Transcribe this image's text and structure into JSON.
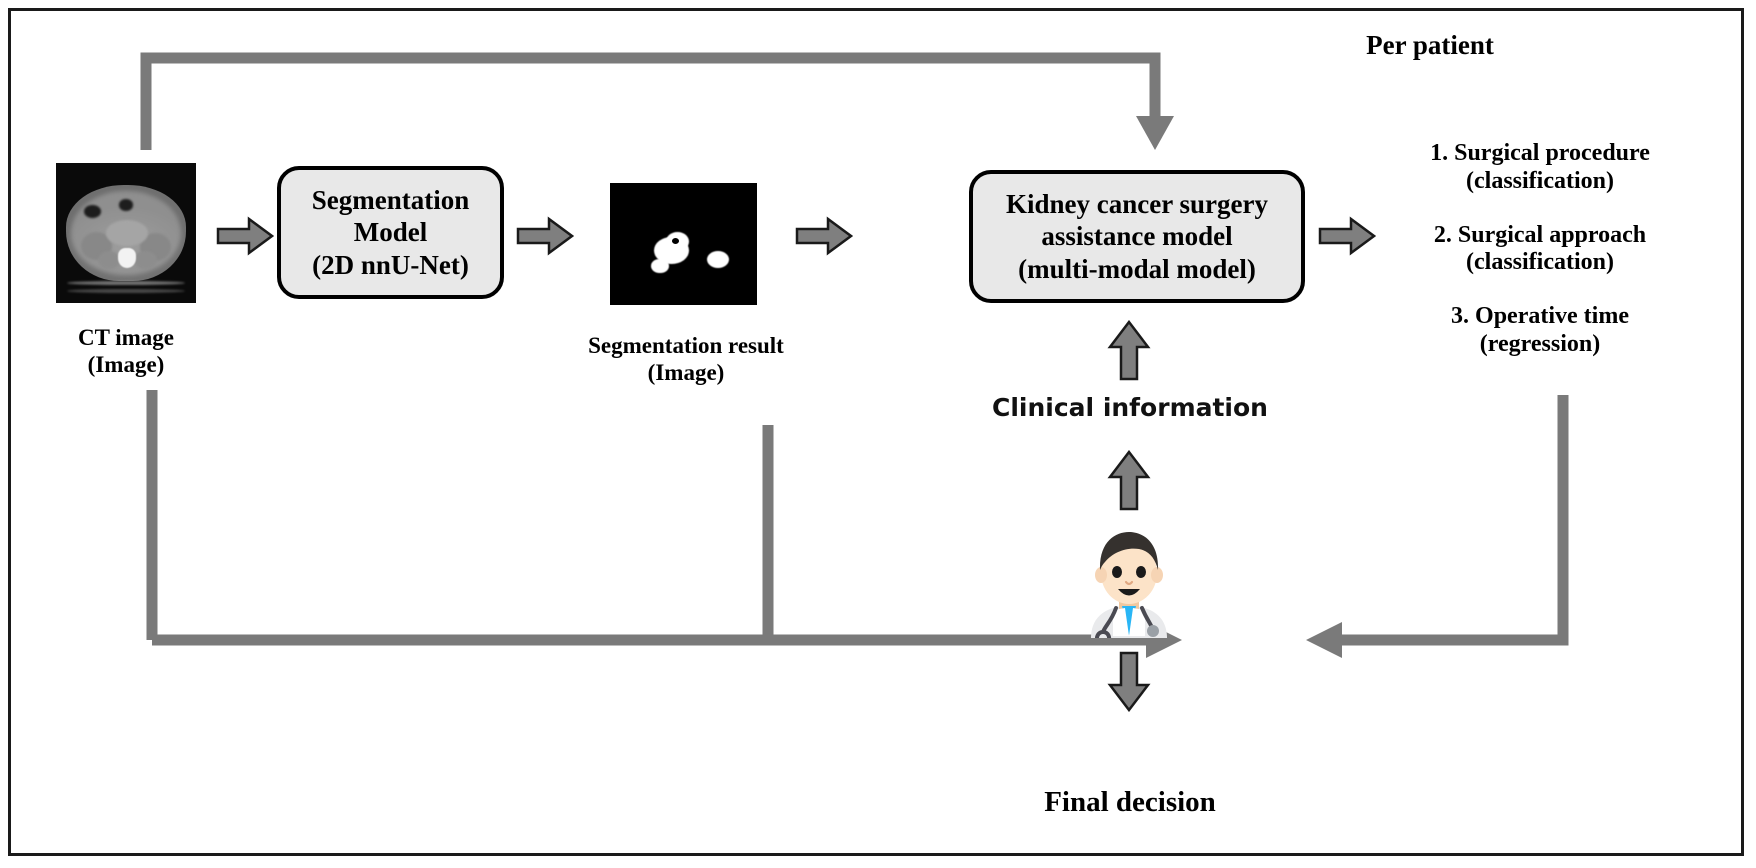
{
  "diagram": {
    "title_right": "Per patient",
    "stages": {
      "ct": {
        "caption": "CT image\n(Image)",
        "icon": "ct-scan-image"
      },
      "segmentation_model": {
        "label": "Segmentation\nModel\n(2D nnU-Net)"
      },
      "segmentation_result": {
        "caption": "Segmentation result\n(Image)",
        "icon": "binary-mask-image"
      },
      "assistance_model": {
        "label": "Kidney cancer surgery\nassistance model\n(multi-modal model)"
      }
    },
    "outputs": [
      {
        "index": "1.",
        "title": "1. Surgical procedure",
        "subtitle": "(classification)"
      },
      {
        "index": "2.",
        "title": "2. Surgical approach",
        "subtitle": "(classification)"
      },
      {
        "index": "3.",
        "title": "3. Operative time",
        "subtitle": "(regression)"
      }
    ],
    "clinical_information_label": "Clinical information",
    "final_decision_label": "Final decision",
    "doctor_icon": "doctor-avatar",
    "colors": {
      "arrow_gray": "#7a7a7a",
      "box_fill": "#e8e8e8",
      "box_border": "#000000",
      "frame_border": "#1a1a1a",
      "text": "#000000"
    },
    "arrows": {
      "ct_to_segmodel": "block-arrow-right",
      "segmodel_to_segresult": "block-arrow-right",
      "segresult_to_assistance": "block-arrow-right",
      "assistance_to_outputs": "block-arrow-right",
      "clinical_to_assistance": "block-arrow-up",
      "doctor_to_clinical": "block-arrow-up",
      "doctor_to_final": "block-arrow-down",
      "ct_feedback_top": "line-arrow-down",
      "images_to_doctor": "line-arrow-right",
      "outputs_to_doctor": "line-arrow-left"
    }
  }
}
